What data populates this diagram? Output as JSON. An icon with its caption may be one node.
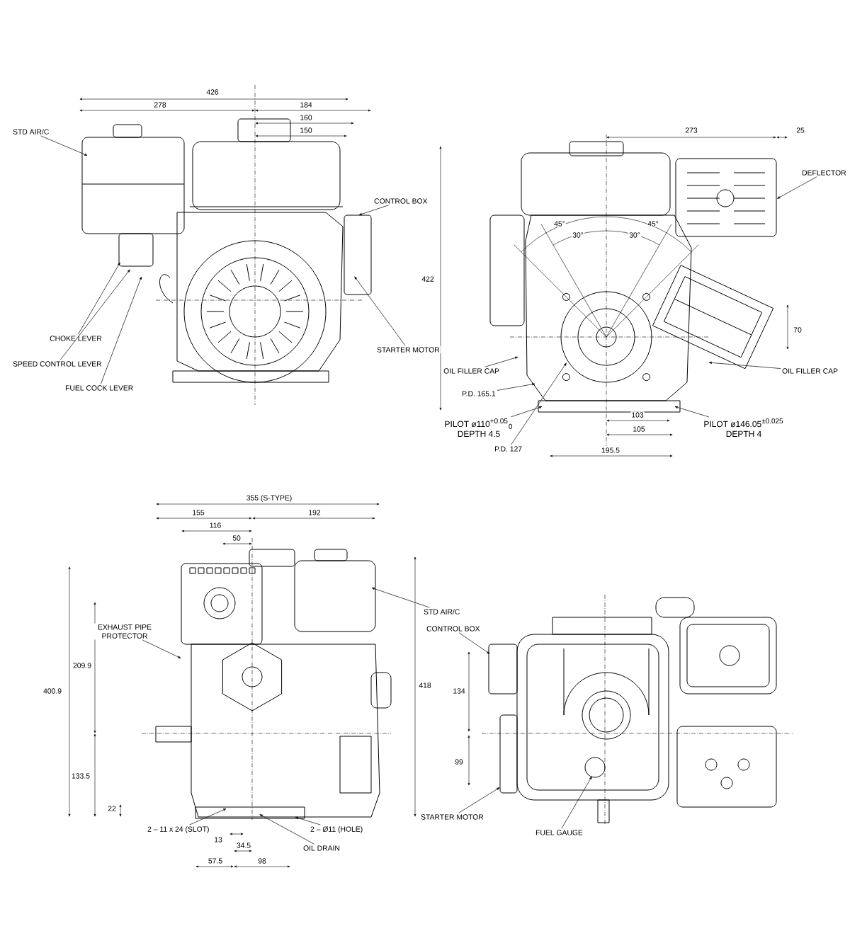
{
  "diagram": {
    "nodes": [
      {
        "text": [
          "STD AIR/C"
        ]
      },
      {
        "text": [
          "CONTROL BOX"
        ]
      },
      {
        "text": [
          "STARTER MOTOR"
        ]
      },
      {
        "text": [
          "CHOKE LEVER"
        ]
      },
      {
        "text": [
          "SPEED CONTROL LEVER"
        ]
      },
      {
        "text": [
          "FUEL COCK LEVER"
        ]
      },
      {
        "text": [
          "DEFLECTOR"
        ]
      },
      {
        "text": [
          "OIL FILLER CAP"
        ]
      },
      {
        "text": [
          "OIL FILLER CAP"
        ]
      },
      {
        "text": [
          "P.D. 165.1"
        ]
      },
      {
        "text": [
          "PILOT ø110$^{+0.05}$$_{0}$",
          "DEPTH 4.5"
        ]
      },
      {
        "text": [
          "P.D. 127"
        ]
      },
      {
        "text": [
          "PILOT ø146.05$^{±0.025}$",
          "DEPTH 4"
        ]
      },
      {
        "text": [
          "EXHAUST PIPE PROTECTOR"
        ]
      },
      {
        "text": [
          "STD AIR/C"
        ]
      },
      {
        "text": [
          "CONTROL BOX"
        ]
      },
      {
        "text": [
          "STARTER MOTOR"
        ]
      },
      {
        "text": [
          "2 – 11 x 24 (SLOT)"
        ]
      },
      {
        "text": [
          "2 – Ø11 (HOLE)"
        ]
      },
      {
        "text": [
          "OIL DRAIN"
        ]
      },
      {
        "text": [
          "FUEL GAUGE"
        ]
      },
      {
        "text": [],
        "shape": "picture"
      },
      {
        "text": [],
        "shape": "picture"
      },
      {
        "text": [],
        "shape": "picture"
      },
      {
        "text": [],
        "shape": "picture"
      }
    ],
    "edges": [
      {
        "from": 0,
        "to": 21,
        "arrow": "to"
      },
      {
        "from": 1,
        "to": 21,
        "arrow": "to"
      },
      {
        "from": 2,
        "to": 21,
        "arrow": "to"
      },
      {
        "from": 3,
        "to": 21,
        "arrow": "to"
      },
      {
        "from": 4,
        "to": 21,
        "arrow": "to"
      },
      {
        "from": 5,
        "to": 21,
        "arrow": "to"
      },
      {
        "from": 6,
        "to": 22,
        "arrow": "to"
      },
      {
        "from": 7,
        "to": 22,
        "arrow": "to"
      },
      {
        "from": 8,
        "to": 22,
        "arrow": "to"
      },
      {
        "from": 9,
        "to": 22,
        "arrow": "to"
      },
      {
        "from": 10,
        "to": 22,
        "arrow": "to"
      },
      {
        "from": 11,
        "to": 22,
        "arrow": "to"
      },
      {
        "from": 12,
        "to": 22,
        "arrow": "to"
      },
      {
        "from": 13,
        "to": 23,
        "arrow": "to"
      },
      {
        "from": 14,
        "to": 23,
        "arrow": "to"
      },
      {
        "from": 15,
        "to": 24,
        "arrow": "to"
      },
      {
        "from": 16,
        "to": 24,
        "arrow": "to"
      },
      {
        "from": 17,
        "to": 23,
        "arrow": "to"
      },
      {
        "from": 18,
        "to": 23,
        "arrow": "to"
      },
      {
        "from": 19,
        "to": 23,
        "arrow": "to"
      },
      {
        "from": 20,
        "to": 24,
        "arrow": "to"
      }
    ],
    "labels": [
      "426",
      "278",
      "184",
      "160",
      "150",
      "273",
      "25",
      "45°",
      "30°",
      "30°",
      "45°",
      "422",
      "70",
      "103",
      "105",
      "195.5",
      "355 (S-TYPE)",
      "155",
      "192",
      "116",
      "50",
      "209.9",
      "400.9",
      "418",
      "133.5",
      "22",
      "13",
      "34.5",
      "57.5",
      "98",
      "134",
      "99"
    ]
  }
}
